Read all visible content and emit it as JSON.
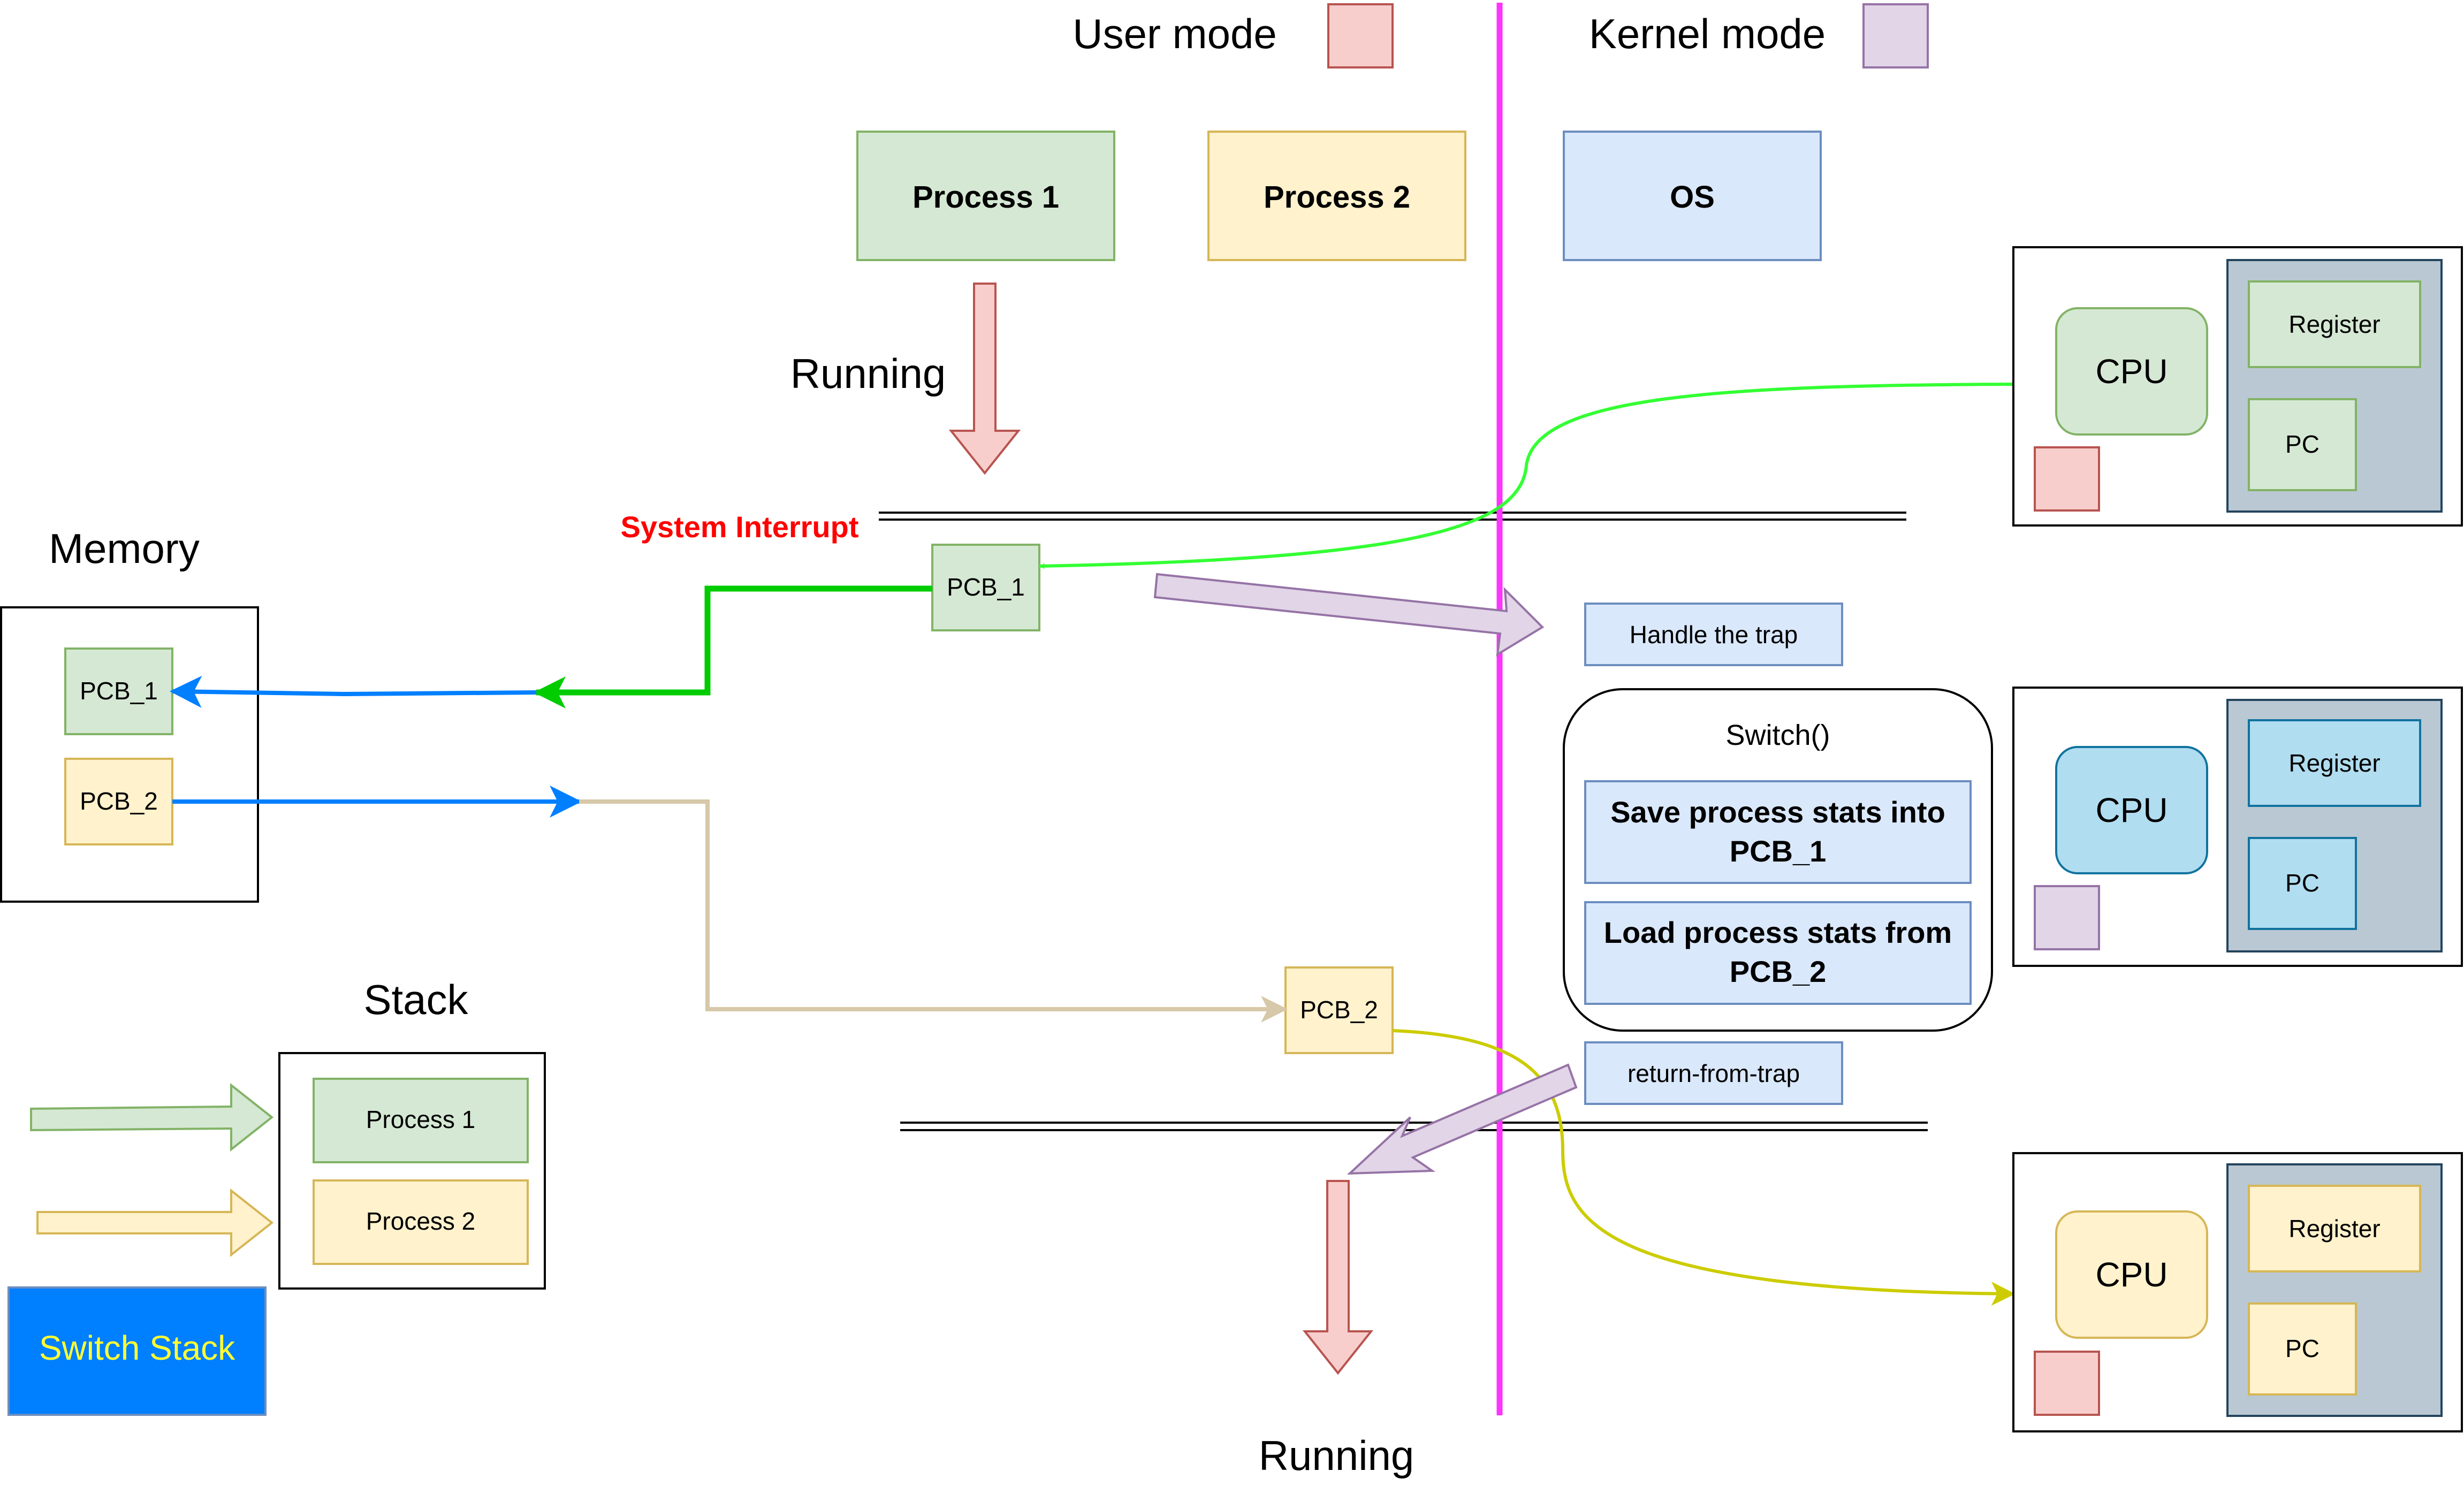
{
  "legend": {
    "user_mode_label": "User mode",
    "kernel_mode_label": "Kernel mode"
  },
  "processes": {
    "process1": "Process 1",
    "process2": "Process 2",
    "os": "OS"
  },
  "labels": {
    "running_top": "Running",
    "running_bottom": "Running",
    "system_interrupt": "System Interrupt",
    "memory": "Memory",
    "stack": "Stack"
  },
  "memory": {
    "pcb1": "PCB_1",
    "pcb2": "PCB_2"
  },
  "pcb_nodes": {
    "pcb1": "PCB_1",
    "pcb2": "PCB_2"
  },
  "stack": {
    "process1": "Process 1",
    "process2": "Process 2",
    "switch_stack": "Switch Stack"
  },
  "kernel": {
    "handle_trap": "Handle the trap",
    "switch_title": "Switch()",
    "save_line1": "Save process stats into",
    "save_line2": "PCB_1",
    "load_line1": "Load process stats from",
    "load_line2": "PCB_2",
    "return_from_trap": "return-from-trap"
  },
  "cpu_panels": [
    {
      "cpu": "CPU",
      "register": "Register",
      "pc": "PC",
      "mode": "user"
    },
    {
      "cpu": "CPU",
      "register": "Register",
      "pc": "PC",
      "mode": "kernel"
    },
    {
      "cpu": "CPU",
      "register": "Register",
      "pc": "PC",
      "mode": "user"
    }
  ],
  "colors": {
    "user_mode": "#f8cecc",
    "kernel_mode": "#e1d5e7",
    "mode_divider": "#ff33ff",
    "process1_fill": "#d5e8d4",
    "process2_fill": "#fff2cc",
    "os_fill": "#dae8fc",
    "blue_arrow": "#007fff",
    "green_arrow": "#00cc00",
    "interrupt_text": "#ff0000",
    "switch_stack_fill": "#007fff",
    "switch_stack_text": "#ffff33"
  }
}
